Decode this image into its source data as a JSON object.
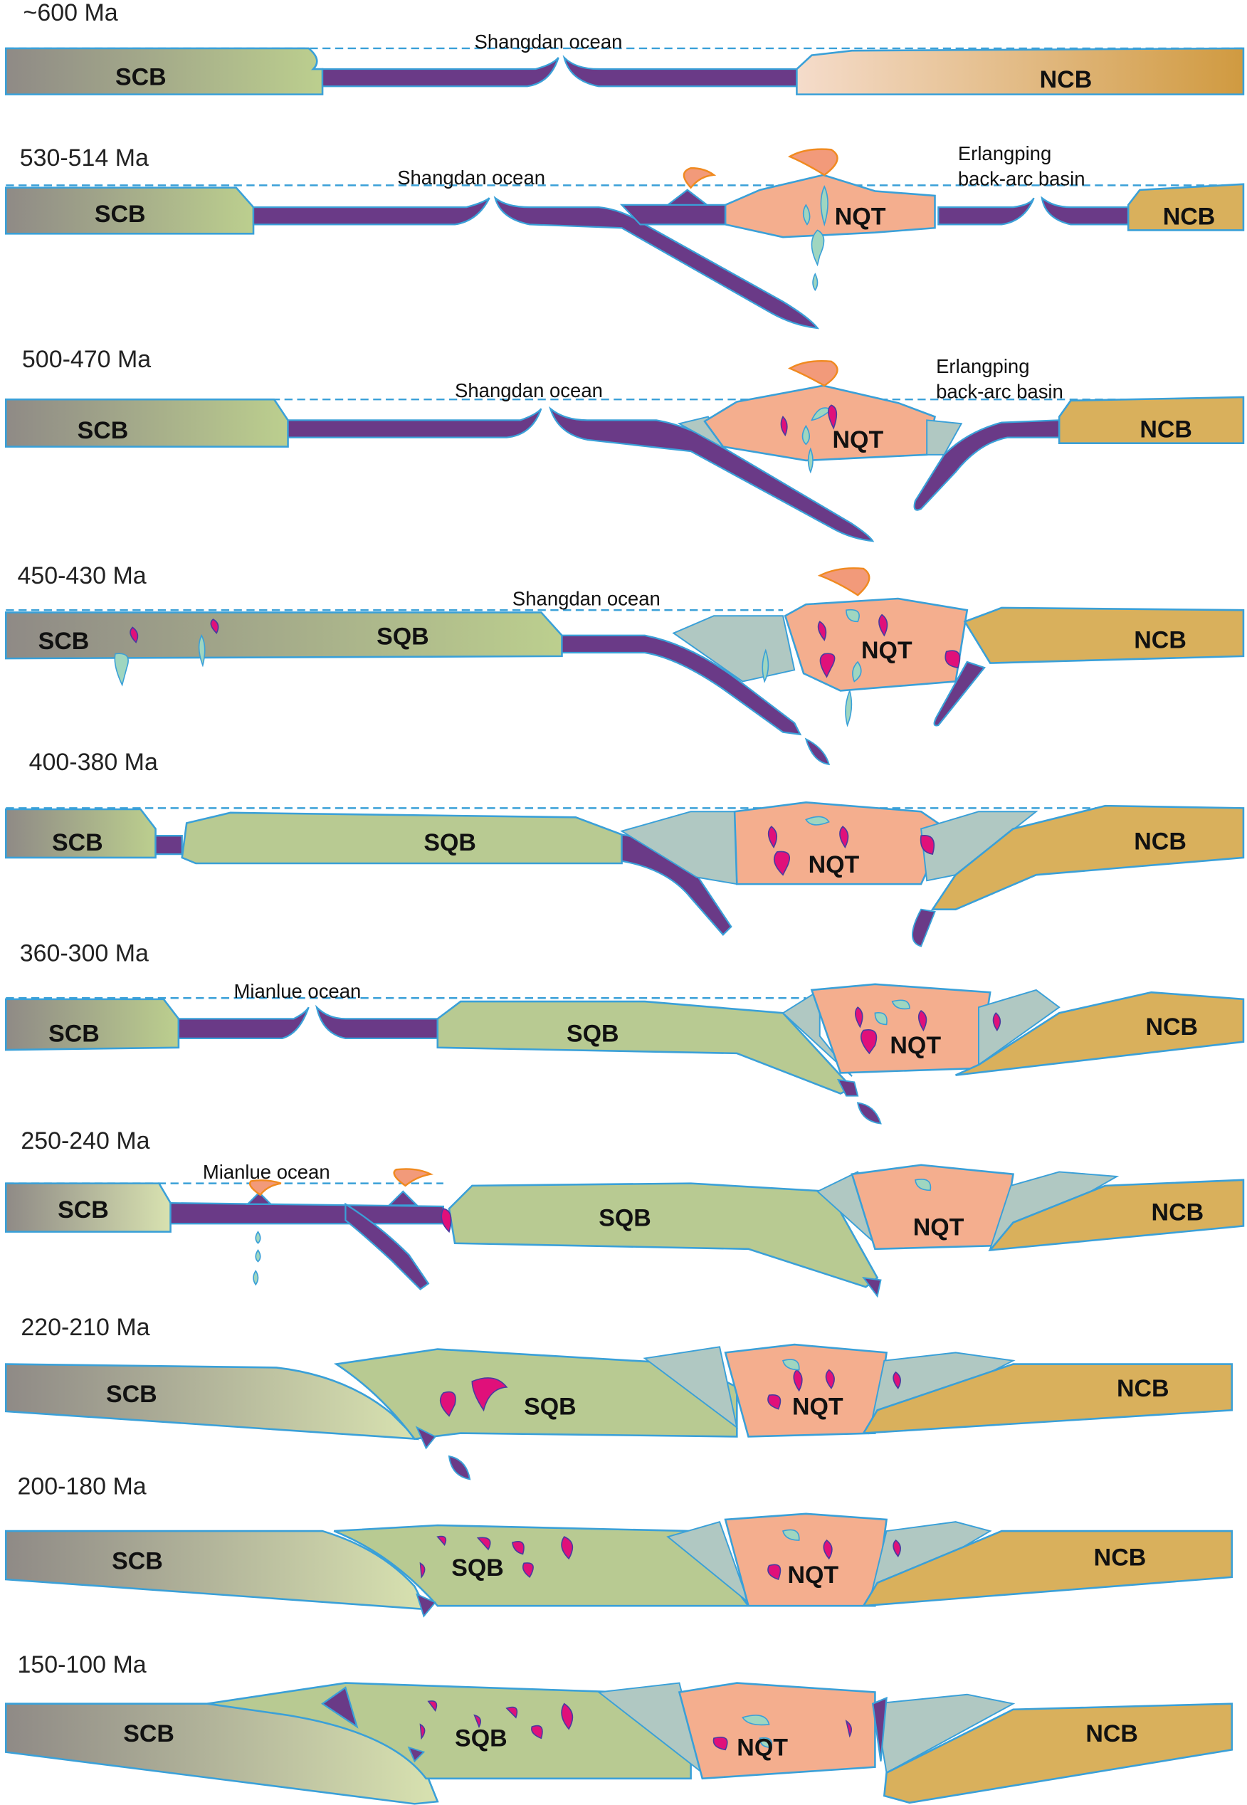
{
  "panels": [
    {
      "age": "~600 Ma",
      "ocean": "Shangdan ocean",
      "blocks": [
        "SCB",
        "NCB"
      ]
    },
    {
      "age": "530-514 Ma",
      "ocean": "Shangdan ocean",
      "backarc": [
        "Erlangping",
        "back-arc basin"
      ],
      "blocks": [
        "SCB",
        "NQT",
        "NCB"
      ]
    },
    {
      "age": "500-470 Ma",
      "ocean": "Shangdan ocean",
      "backarc": [
        "Erlangping",
        "back-arc basin"
      ],
      "blocks": [
        "SCB",
        "NQT",
        "NCB"
      ]
    },
    {
      "age": "450-430 Ma",
      "ocean": "Shangdan ocean",
      "blocks": [
        "SCB",
        "SQB",
        "NQT",
        "NCB"
      ]
    },
    {
      "age": "400-380 Ma",
      "blocks": [
        "SCB",
        "SQB",
        "NQT",
        "NCB"
      ]
    },
    {
      "age": "360-300 Ma",
      "ocean": "Mianlue ocean",
      "blocks": [
        "SCB",
        "SQB",
        "NQT",
        "NCB"
      ]
    },
    {
      "age": "250-240 Ma",
      "ocean": "Mianlue ocean",
      "blocks": [
        "SCB",
        "SQB",
        "NQT",
        "NCB"
      ]
    },
    {
      "age": "220-210 Ma",
      "blocks": [
        "SCB",
        "SQB",
        "NQT",
        "NCB"
      ]
    },
    {
      "age": "200-180 Ma",
      "blocks": [
        "SCB",
        "SQB",
        "NQT",
        "NCB"
      ]
    },
    {
      "age": "150-100 Ma",
      "blocks": [
        "SCB",
        "SQB",
        "NQT",
        "NCB"
      ]
    }
  ],
  "colors": {
    "ocean_crust": "#6a3a87",
    "NQT": "#f4ae8e",
    "SQB": "#b8ca92",
    "NCB": "#d9b05c",
    "sea_level": "#3aa0d8",
    "magma": "#e0107a",
    "fluid": "#9fd6c0"
  }
}
